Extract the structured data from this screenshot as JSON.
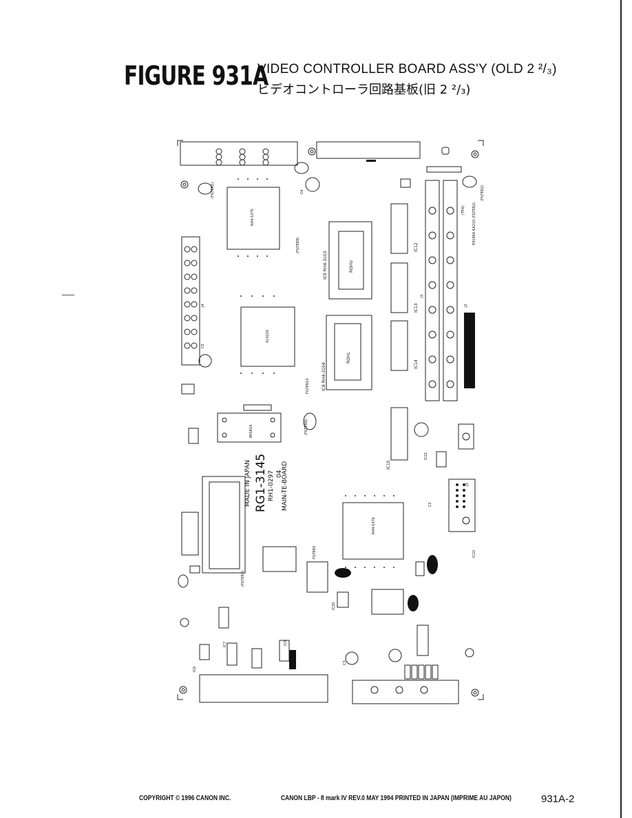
{
  "figure": {
    "label": "FIGURE 931A"
  },
  "title": {
    "english": "VIDEO CONTROLLER BOARD ASS'Y (OLD 2 ²/₃)",
    "japanese": "ビデオコントローラ回路基板(旧 2 ²/₃)"
  },
  "board": {
    "part_number": "RG1-3145",
    "made_in": "MADE IN JAPAN",
    "rh_code": "RH1-0297",
    "rev": "04",
    "main_label": "MAIN-TE-BOARD",
    "chip_labels": {
      "ic4": "RH4-5375",
      "ic1": "XL4220",
      "rom_upper": "ROHU",
      "rom_lower": "ROHL",
      "ic2": "RH4-5376",
      "ic16": "8KS81A"
    },
    "component_labels": {
      "rom_upper_part": "IC9 RH4-3103",
      "rom_lower_part": "IC8 RH4-3104",
      "ic12": "IC12",
      "ic13": "IC13",
      "ic14": "IC14",
      "ic15": "IC15",
      "j1": "J1",
      "j2": "J2",
      "j3": "J3",
      "j4": "J4",
      "filter1": "(FILTER1)",
      "filter2": "(FILTER2)",
      "filter3": "(FILTER3)",
      "filter8": "(FILTER8)",
      "filter9": "(FILTER9)",
      "filter10": "FILTER10",
      "filters": "FILTERS",
      "ul_marking": "E91964 AA210 (FILTER2)",
      "tp4": "(TP4)",
      "c5": "C5",
      "c4": "C4",
      "c2": "C2",
      "c3": "C3",
      "x1": "X1",
      "ic22": "IC22",
      "ic20": "IC20",
      "ic21": "IC21",
      "ic5": "IC5",
      "ic6": "IC6",
      "ic7": "IC7"
    }
  },
  "footer": {
    "copyright": "COPYRIGHT © 1996 CANON INC.",
    "print_info": "CANON LBP - 8 mark IV REV.0 MAY 1994 PRINTED IN JAPAN (IMPRIME AU JAPON)",
    "page": "931A-2"
  }
}
